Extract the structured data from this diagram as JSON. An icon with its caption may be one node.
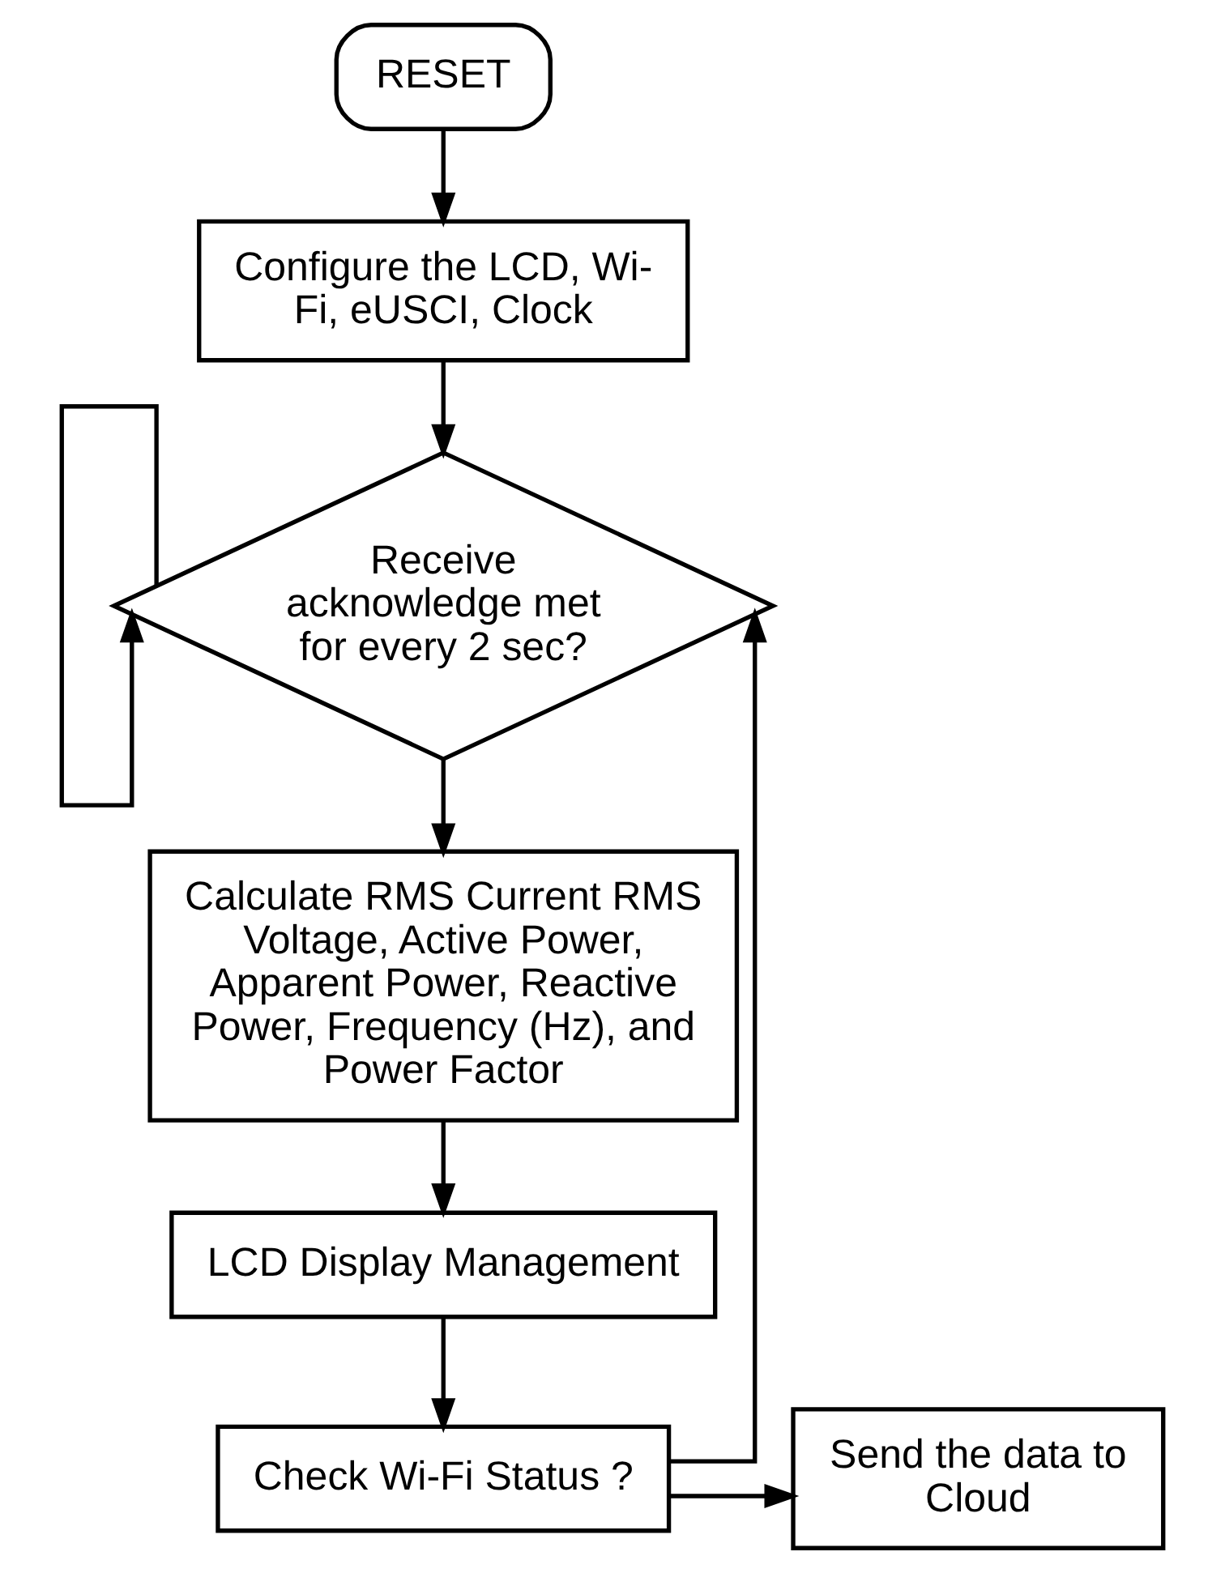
{
  "diagram": {
    "nodes": [
      {
        "text": [
          "RESET"
        ]
      },
      {
        "text": [
          "Configure the LCD, Wi-Fi, eUSCI, Clock"
        ]
      },
      {
        "text": [
          "Receive acknowledge met for every 2 sec?"
        ]
      },
      {
        "text": [
          "Calculate RMS Current RMS Voltage, Active Power, Apparent Power, Reactive Power, Frequency (Hz), and Power Factor"
        ]
      },
      {
        "text": [
          "LCD Display Management"
        ]
      },
      {
        "text": [
          "Check Wi-Fi Status ?"
        ]
      },
      {
        "text": [
          "Send the data to Cloud"
        ]
      }
    ],
    "edges": [
      {
        "from": 0,
        "to": 1,
        "arrow": "to"
      },
      {
        "from": 1,
        "to": 2,
        "arrow": "to"
      },
      {
        "from": 2,
        "to": 2,
        "arrow": "to"
      },
      {
        "from": 2,
        "to": 3,
        "arrow": "to"
      },
      {
        "from": 3,
        "to": 4,
        "arrow": "to"
      },
      {
        "from": 4,
        "to": 5,
        "arrow": "to"
      },
      {
        "from": 5,
        "to": 6,
        "arrow": "to"
      },
      {
        "from": 5,
        "to": 2,
        "arrow": "to"
      }
    ]
  }
}
